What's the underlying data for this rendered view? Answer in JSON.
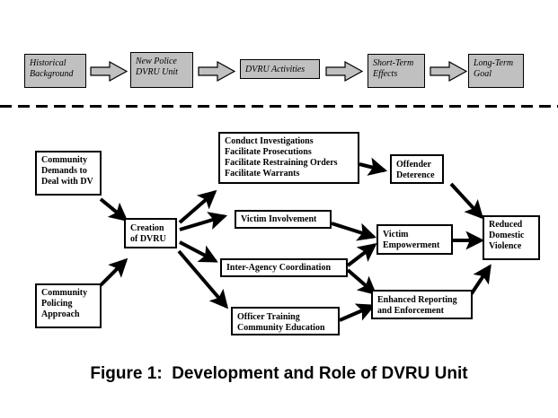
{
  "figure": {
    "caption": "Figure 1:  Development and Role of DVRU Unit",
    "colors": {
      "flow_box_fill": "#c0c0c0",
      "outline": "#000000",
      "page_background": "#ffffff",
      "node_fill": "#ffffff"
    }
  },
  "top_flow": {
    "steps": [
      {
        "id": "historical-background",
        "label": "Historical\nBackground"
      },
      {
        "id": "new-police-dvru-unit",
        "label": "New Police\nDVRU Unit"
      },
      {
        "id": "dvru-activities",
        "label": "DVRU Activities"
      },
      {
        "id": "short-term-effects",
        "label": "Short-Term\nEffects"
      },
      {
        "id": "long-term-goal",
        "label": "Long-Term\nGoal"
      }
    ],
    "connector_count": 4,
    "connector_style": "block-arrow-right"
  },
  "diagram": {
    "nodes": [
      {
        "id": "community-demands",
        "label": "Community\nDemands to\nDeal with DV"
      },
      {
        "id": "community-policing",
        "label": "Community\nPolicing\nApproach"
      },
      {
        "id": "creation-of-dvru",
        "label": "Creation\nof DVRU"
      },
      {
        "id": "dvru-casework",
        "label": "Conduct Investigations\nFacilitate Prosecutions\nFacilitate Restraining Orders\nFacilitate Warrants"
      },
      {
        "id": "victim-involvement",
        "label": "Victim Involvement"
      },
      {
        "id": "inter-agency-coordination",
        "label": "Inter-Agency Coordination"
      },
      {
        "id": "officer-training",
        "label": "Officer Training\nCommunity Education"
      },
      {
        "id": "offender-deterence",
        "label": "Offender\nDeterence"
      },
      {
        "id": "victim-empowerment",
        "label": "Victim\nEmpowerment"
      },
      {
        "id": "enhanced-reporting",
        "label": "Enhanced Reporting\nand Enforcement"
      },
      {
        "id": "reduced-domestic-violence",
        "label": "Reduced\nDomestic\nViolence"
      }
    ],
    "edges": [
      {
        "from": "community-demands",
        "to": "creation-of-dvru"
      },
      {
        "from": "community-policing",
        "to": "creation-of-dvru"
      },
      {
        "from": "creation-of-dvru",
        "to": "dvru-casework"
      },
      {
        "from": "creation-of-dvru",
        "to": "victim-involvement"
      },
      {
        "from": "creation-of-dvru",
        "to": "inter-agency-coordination"
      },
      {
        "from": "creation-of-dvru",
        "to": "officer-training"
      },
      {
        "from": "dvru-casework",
        "to": "offender-deterence"
      },
      {
        "from": "victim-involvement",
        "to": "victim-empowerment"
      },
      {
        "from": "inter-agency-coordination",
        "to": "victim-empowerment"
      },
      {
        "from": "inter-agency-coordination",
        "to": "enhanced-reporting"
      },
      {
        "from": "officer-training",
        "to": "enhanced-reporting"
      },
      {
        "from": "offender-deterence",
        "to": "reduced-domestic-violence"
      },
      {
        "from": "victim-empowerment",
        "to": "reduced-domestic-violence"
      },
      {
        "from": "enhanced-reporting",
        "to": "reduced-domestic-violence"
      }
    ]
  }
}
